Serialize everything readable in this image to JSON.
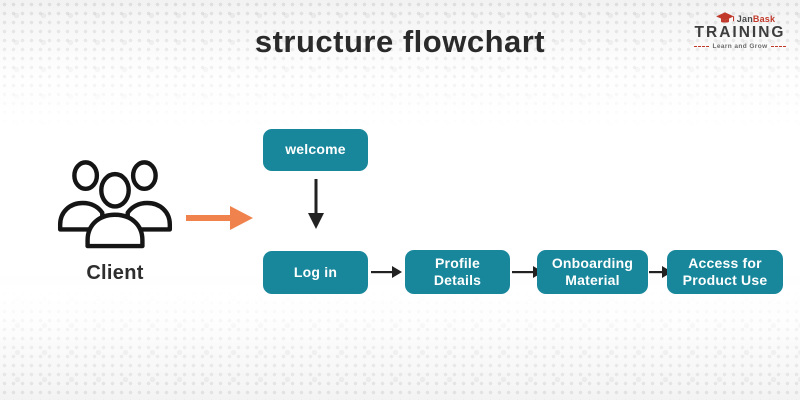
{
  "page": {
    "title": "structure flowchart"
  },
  "logo": {
    "brand_jan": "Jan",
    "brand_bask": "Bask",
    "brand_main": "TRAINING",
    "tagline": "Learn and Grow",
    "icon": "graduation-cap-icon"
  },
  "client": {
    "label": "Client",
    "icon": "people-group-icon"
  },
  "flowchart": {
    "nodes": [
      {
        "id": "welcome",
        "label": "welcome"
      },
      {
        "id": "login",
        "label": "Log in"
      },
      {
        "id": "profile",
        "label": "Profile Details"
      },
      {
        "id": "onboarding",
        "label": "Onboarding Material"
      },
      {
        "id": "access",
        "label": "Access for Product Use"
      }
    ],
    "edges": [
      {
        "from": "client",
        "to": "flow",
        "style": "orange-right-arrow"
      },
      {
        "from": "welcome",
        "to": "login",
        "style": "black-down-arrow"
      },
      {
        "from": "login",
        "to": "profile",
        "style": "black-right-arrow"
      },
      {
        "from": "profile",
        "to": "onboarding",
        "style": "black-right-arrow"
      },
      {
        "from": "onboarding",
        "to": "access",
        "style": "black-right-arrow"
      }
    ]
  },
  "colors": {
    "node_bg": "#18879b",
    "node_text": "#ffffff",
    "arrow_orange": "#f0834d",
    "arrow_black": "#222222",
    "brand_red": "#c0392b",
    "brand_gray": "#3d3d3d",
    "title_text": "#2a2a2a"
  }
}
